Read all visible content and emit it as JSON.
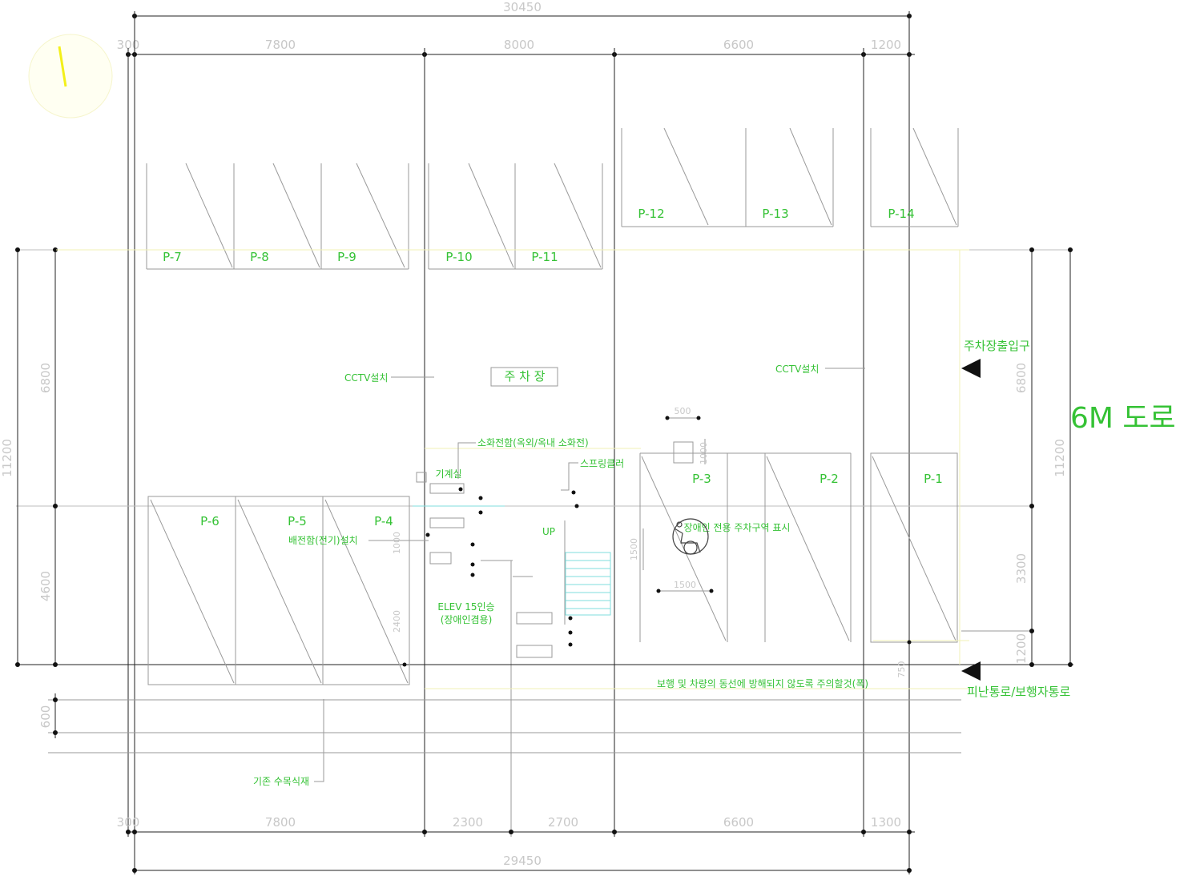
{
  "dimensions": {
    "top_total": "30450",
    "top_spans": [
      "300",
      "7800",
      "8000",
      "6600",
      "1200"
    ],
    "bottom_total": "29450",
    "bottom_spans": [
      "300",
      "7800",
      "2300",
      "2700",
      "6600",
      "1300"
    ],
    "left_total": "11200",
    "left_spans": [
      "6800",
      "4600"
    ],
    "left_extra": "600",
    "right_total": "11200",
    "right_spans": [
      "6800",
      "3300",
      "1200"
    ],
    "detail_small": [
      "500",
      "1000",
      "1500",
      "1500",
      "1000",
      "2400",
      "750"
    ]
  },
  "parking_top": [
    "P-7",
    "P-8",
    "P-9",
    "P-10",
    "P-11",
    "P-12",
    "P-13",
    "P-14"
  ],
  "parking_bottom": [
    "P-6",
    "P-5",
    "P-4",
    "P-3",
    "P-2",
    "P-1"
  ],
  "labels": {
    "parking_lot": "주 차 장",
    "cctv_left": "CCTV설치",
    "cctv_right": "CCTV설치",
    "entrance": "주차장출입구",
    "road": "6M 도로",
    "exit": "피난통로/보행자통로",
    "fire_equipment": "소화전함(옥외/옥내 소화전)",
    "sprinkler": "스프링클러",
    "elevator_machine": "ELEV 15인승",
    "elevator_sub": "(장애인겸용)",
    "disabled_parking": "장애인 전용 주차구역 표시",
    "tree": "기존 수목식재",
    "flagpole": "배전함(전기)설치",
    "up": "UP",
    "lift_room": "기계실",
    "notice": "보행 및 차량의 동선에 방해되지 않도록 주의할것(폭)"
  },
  "colors": {
    "line": "#222222",
    "dimension": "#c8c8c8",
    "annotation": "#35c235",
    "grid": "#bdbdbd"
  }
}
